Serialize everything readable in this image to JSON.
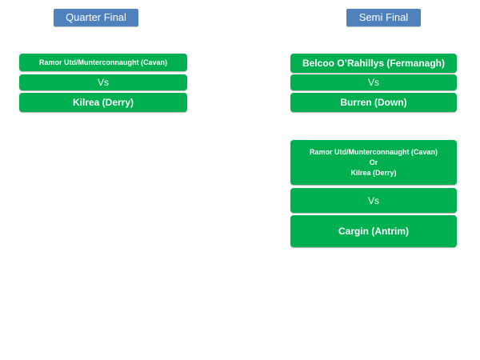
{
  "quarter_final": {
    "title": "Quarter Final",
    "home": "Ramor Utd/Munterconnaught (Cavan)",
    "vs": "Vs",
    "away": "Kilrea (Derry)"
  },
  "semi_final": {
    "title": "Semi Final",
    "match1": {
      "home": "Belcoo O’Rahillys (Fermanagh)",
      "vs": "Vs",
      "away": "Burren (Down)"
    },
    "match2": {
      "home_line1": "Ramor Utd/Munterconnaught (Cavan)",
      "home_line2": "Or",
      "home_line3": "Kilrea (Derry)",
      "vs": "Vs",
      "away": "Cargin (Antrim)"
    }
  },
  "colors": {
    "header_bg": "#4f81bd",
    "box_bg": "#00b050",
    "text": "#ffffff"
  }
}
